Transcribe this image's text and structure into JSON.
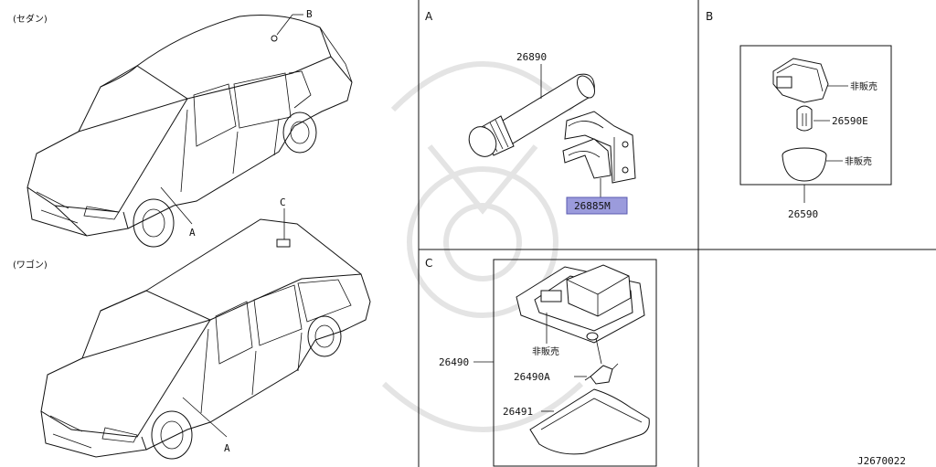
{
  "left_panel": {
    "sedan_label": "(セダン)",
    "wagon_label": "(ワゴン)",
    "sedan_callout_b": "B",
    "sedan_callout_a": "A",
    "wagon_callout_c": "C",
    "wagon_callout_a": "A"
  },
  "section_a": {
    "title": "A",
    "part_tube": "26890",
    "part_clip": "26885M",
    "highlight_color": "#9b9bdc"
  },
  "section_b": {
    "title": "B",
    "not_sold_1": "非販売",
    "bulb": "26590E",
    "not_sold_2": "非販売",
    "assembly": "26590"
  },
  "section_c": {
    "title": "C",
    "not_sold": "非販売",
    "assembly": "26490",
    "bulb": "26490A",
    "lens": "26491"
  },
  "diagram_code": "J2670022"
}
